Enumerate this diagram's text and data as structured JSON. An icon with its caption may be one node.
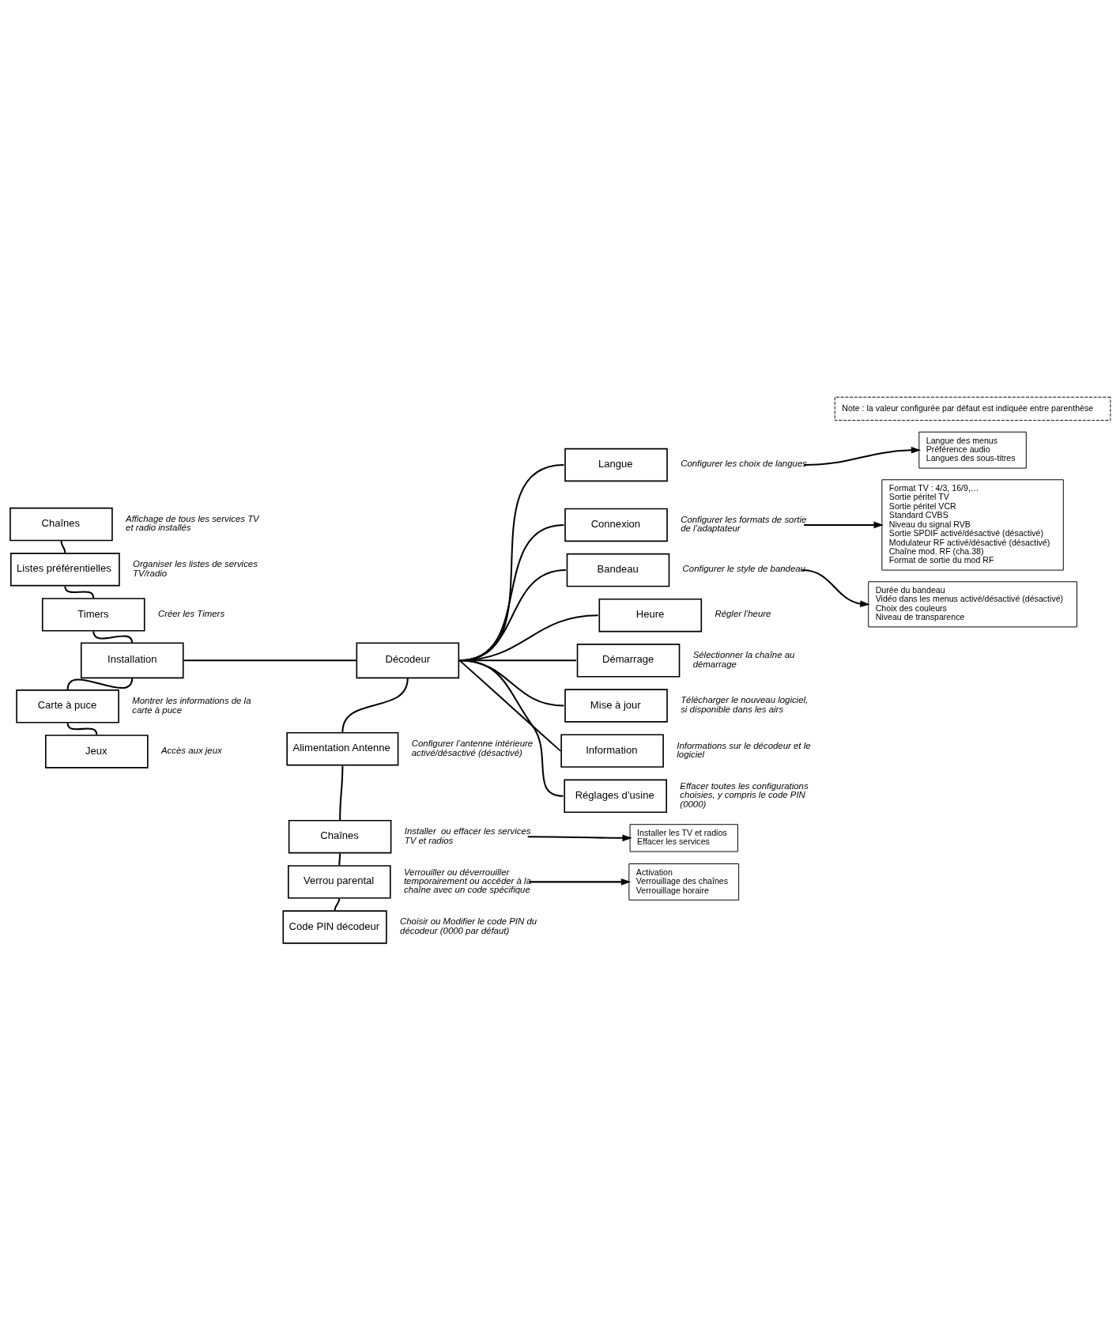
{
  "diagram": {
    "nodes": [
      {
        "text": [
          "Chaînes"
        ],
        "beside": [
          "Affichage de tous les services TV et radio installés"
        ]
      },
      {
        "text": [
          "Listes préférentielles"
        ],
        "beside": [
          "Organiser les listes de services TV/radio"
        ]
      },
      {
        "text": [
          "Timers"
        ],
        "beside": [
          "Créer les Timers"
        ]
      },
      {
        "text": [
          "Installation"
        ]
      },
      {
        "text": [
          "Décodeur"
        ]
      },
      {
        "text": [
          "Langue"
        ],
        "beside": [
          "Configurer les choix de langues"
        ]
      },
      {
        "text": [
          "Connexion"
        ],
        "beside": [
          "Configurer les formats de sortie de l’adaptateur"
        ]
      },
      {
        "text": [
          "Bandeau"
        ],
        "beside": [
          "Configurer le style de bandeau"
        ]
      },
      {
        "text": [
          "Heure"
        ],
        "beside": [
          "Régler l’heure"
        ]
      },
      {
        "text": [
          "Démarrage"
        ],
        "beside": [
          "Sélectionner la chaîne au démarrage"
        ]
      },
      {
        "text": [
          "Mise à jour"
        ],
        "beside": [
          "Télécharger le nouveau logiciel, si disponible dans les airs"
        ]
      },
      {
        "text": [
          "Information"
        ],
        "beside": [
          "Informations sur le décodeur et le logiciel"
        ]
      },
      {
        "text": [
          "Réglages d’usine"
        ],
        "beside": [
          "Effacer toutes les configurations choisies, y compris le code PIN (0000)"
        ]
      },
      {
        "text": [
          "Alimentation Antenne"
        ],
        "beside": [
          "Configurer l’antenne intérieure activé/désactivé (désactivé)"
        ]
      },
      {
        "text": [
          "Chaînes"
        ],
        "beside": [
          "Installer  ou effacer les services TV et radios"
        ]
      },
      {
        "text": [
          "Verrou parental"
        ],
        "beside": [
          "Verrouiller ou déverrouiller temporairement ou accéder à la chaîne avec un code spécifique"
        ]
      },
      {
        "text": [
          "Code PIN décodeur"
        ],
        "beside": [
          "Choisir ou Modifier le code PIN du décodeur (0000 par défaut)"
        ]
      },
      {
        "text": [
          "Carte à puce"
        ],
        "beside": [
          "Montrer les informations de la carte à puce"
        ]
      },
      {
        "text": [
          "Jeux"
        ],
        "beside": [
          "Accès aux jeux"
        ]
      },
      {
        "text": [
          "Langue des menus",
          "Préférence audio",
          "Langues des sous-titres"
        ]
      },
      {
        "text": [
          "Format TV : 4/3, 16/9,…",
          "Sortie péritel TV",
          "Sortie péritel VCR",
          "Standard CVBS",
          "Niveau du signal RVB",
          "Sortie SPDIF activé/désactivé (désactivé)",
          "Modulateur RF activé/désactivé (désactivé)",
          "Chaîne mod. RF (cha.38)",
          "Format de sortie du mod RF"
        ]
      },
      {
        "text": [
          "Durée du bandeau",
          "Vidéo dans les menus activé/désactivé (désactivé)",
          "Choix des couleurs",
          "Niveau de transparence"
        ]
      },
      {
        "text": [
          "Installer les TV et radios",
          "Effacer les services"
        ]
      },
      {
        "text": [
          "Activation",
          "Verrouillage des chaînes",
          "Verrouillage horaire"
        ]
      },
      {
        "text": [
          "Note : la valeur configurée par défaut est indiquée entre parenthèse"
        ]
      }
    ],
    "edges": [
      {
        "from": 0,
        "to": 1,
        "arrow": "none"
      },
      {
        "from": 1,
        "to": 2,
        "arrow": "none"
      },
      {
        "from": 2,
        "to": 3,
        "arrow": "none"
      },
      {
        "from": 3,
        "to": 17,
        "arrow": "none"
      },
      {
        "from": 17,
        "to": 18,
        "arrow": "none"
      },
      {
        "from": 3,
        "to": 4,
        "arrow": "none"
      },
      {
        "from": 4,
        "to": 13,
        "arrow": "none"
      },
      {
        "from": 13,
        "to": 14,
        "arrow": "none"
      },
      {
        "from": 14,
        "to": 15,
        "arrow": "none"
      },
      {
        "from": 15,
        "to": 16,
        "arrow": "none"
      },
      {
        "from": 4,
        "to": 5,
        "arrow": "none"
      },
      {
        "from": 4,
        "to": 6,
        "arrow": "none"
      },
      {
        "from": 4,
        "to": 7,
        "arrow": "none"
      },
      {
        "from": 4,
        "to": 8,
        "arrow": "none"
      },
      {
        "from": 4,
        "to": 9,
        "arrow": "none"
      },
      {
        "from": 4,
        "to": 10,
        "arrow": "none"
      },
      {
        "from": 4,
        "to": 11,
        "arrow": "none"
      },
      {
        "from": 4,
        "to": 12,
        "arrow": "none"
      },
      {
        "from": 5,
        "to": 19,
        "arrow": "to"
      },
      {
        "from": 6,
        "to": 20,
        "arrow": "to"
      },
      {
        "from": 7,
        "to": 21,
        "arrow": "to"
      },
      {
        "from": 14,
        "to": 22,
        "arrow": "to"
      },
      {
        "from": 15,
        "to": 23,
        "arrow": "to"
      }
    ]
  }
}
